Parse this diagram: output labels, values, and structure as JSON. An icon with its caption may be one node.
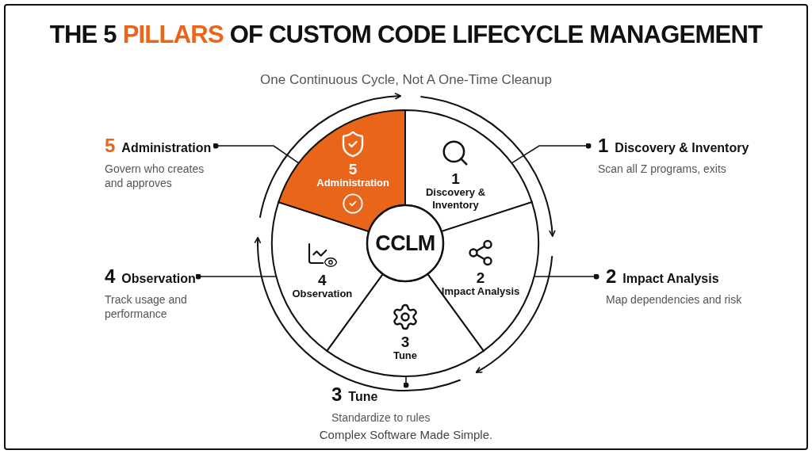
{
  "diagram": {
    "title": "THE 5 **PILLARS** OF CUSTOM CODE LIFECYCLE MANAGEMENT",
    "nodes": [
      {
        "text": [
          "CCLM"
        ]
      },
      {
        "text": [
          "1",
          "Discovery & Inventory"
        ]
      },
      {
        "text": [
          "2",
          "Impact Analysis"
        ]
      },
      {
        "text": [
          "3",
          "Tune"
        ]
      },
      {
        "text": [
          "4",
          "Observation"
        ]
      },
      {
        "text": [
          "5",
          "Administration"
        ]
      },
      {
        "text": [
          "1",
          "Discovery & Inventory",
          "Scan all Z programs, exits"
        ]
      },
      {
        "text": [
          "2",
          "Impact Analysis",
          "Map dependencies and risk"
        ]
      },
      {
        "text": [
          "3",
          "Tune",
          "Standardize to rules"
        ]
      },
      {
        "text": [
          "4",
          "Observation",
          "Track usage and performance"
        ]
      },
      {
        "text": [
          "5",
          "Administration",
          "Govern who creates and approves"
        ]
      }
    ],
    "edges": [
      {
        "from": 6,
        "to": 1,
        "arrow": "other"
      },
      {
        "from": 7,
        "to": 2,
        "arrow": "other"
      },
      {
        "from": 8,
        "to": 3,
        "arrow": "other"
      },
      {
        "from": 9,
        "to": 4,
        "arrow": "other"
      },
      {
        "from": 10,
        "to": 5,
        "arrow": "other"
      }
    ],
    "labels": [
      "One Continuous Cycle, Not A One-Time Cleanup",
      "Complex Software Made Simple."
    ]
  }
}
